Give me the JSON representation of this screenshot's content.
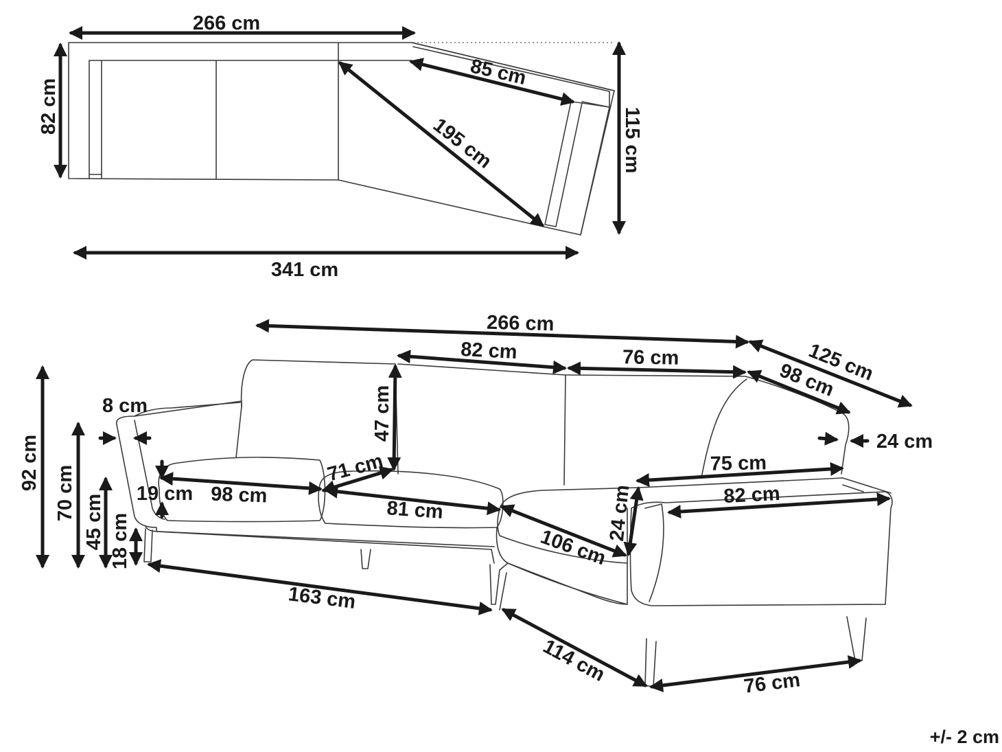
{
  "top_view": {
    "width_total": "266 cm",
    "depth": "82 cm",
    "chaise_length": "85 cm",
    "diagonal": "195 cm",
    "depth_total": "115 cm",
    "length_total": "341 cm"
  },
  "front_view": {
    "width_total": "266 cm",
    "back_cushion_1": "82 cm",
    "back_cushion_2": "76 cm",
    "chaise_depth_total": "125 cm",
    "chaise_depth": "98 cm",
    "height_total": "92 cm",
    "arm_width": "8 cm",
    "arm_height": "70 cm",
    "back_cushion_height": "47 cm",
    "seat_depth": "71 cm",
    "chaise_arm_width": "24 cm",
    "chaise_arm_length": "75 cm",
    "seat_height": "45 cm",
    "arm_height_above_seat": "19 cm",
    "seat_cushion_1": "98 cm",
    "seat_cushion_2": "81 cm",
    "chaise_seat_width": "82 cm",
    "leg_height": "18 cm",
    "chaise_arm_height": "24 cm",
    "corner_seat": "106 cm",
    "base_length": "163 cm",
    "chaise_base_length": "114 cm",
    "chaise_base_width": "76 cm"
  },
  "tolerance": "+/- 2 cm"
}
